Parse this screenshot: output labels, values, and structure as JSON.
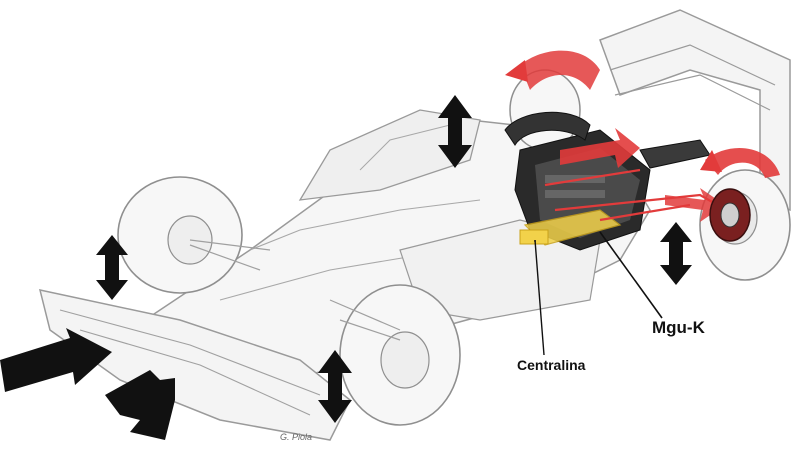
{
  "labels": {
    "mgu_k": "Mgu-K",
    "centralina": "Centralina"
  },
  "credit": "G. Piola",
  "colors": {
    "outline": "#9a9a9a",
    "fill": "#f4f4f4",
    "engine": "#2a2a2a",
    "accent_red": "#e23b3b",
    "highlight_yellow": "#f2d24a",
    "arrow_black": "#111111"
  },
  "icons": {
    "downforce": "black-vertical-double-arrow",
    "airflow": "black-flow-arrow",
    "heat": "red-curved-arrow"
  }
}
